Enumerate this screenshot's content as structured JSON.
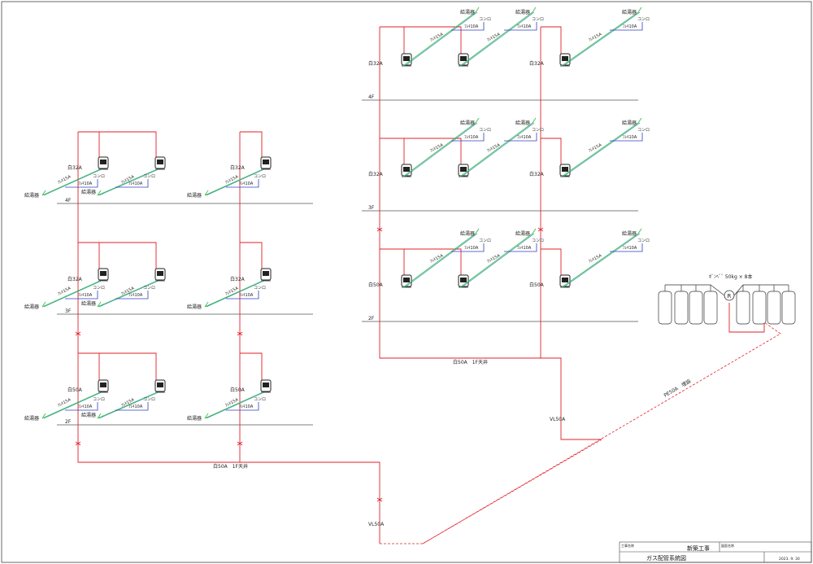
{
  "labels": {
    "heater": "給湯器",
    "stove": "コンロ",
    "flex15": "ﾌﾚｷ15A",
    "flex10": "ﾌﾚｷ10A",
    "white32": "白32A",
    "white50": "白50A",
    "f4": "4F",
    "f3": "3F",
    "f2": "2F",
    "main_left": "白50A　1F天井",
    "main_right": "白50A　1F天井",
    "vl50": "VL50A",
    "buried": "PE50A　埋設",
    "cylinders": "ﾎﾞﾝﾍﾞﾞ 50kg × 8本",
    "regulator": "R"
  },
  "title_block": {
    "project_label": "工事名称",
    "project_name": "新築工事",
    "drawing_label": "図面名称",
    "drawing_name": "ガス配管系統図",
    "date": "2023. 9. 30"
  }
}
